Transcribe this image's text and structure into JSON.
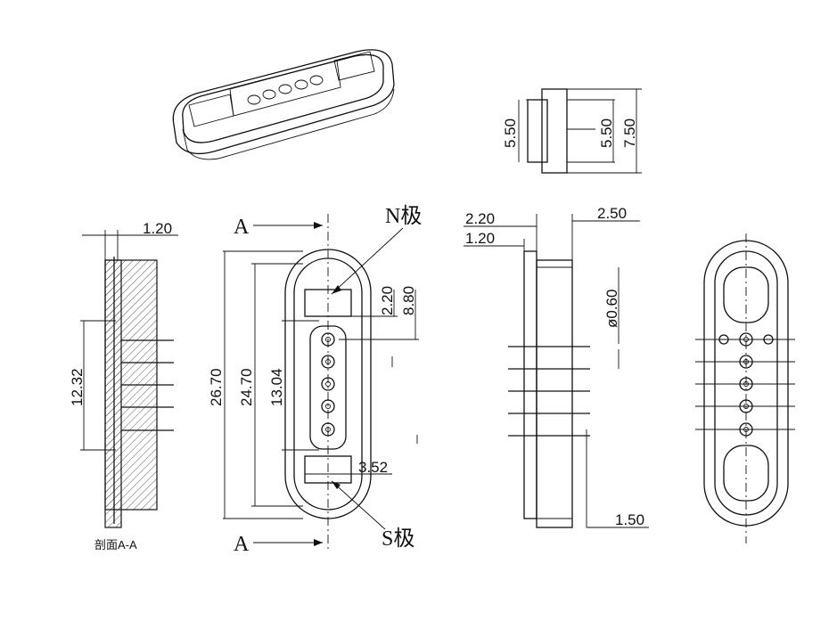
{
  "labels": {
    "section_a_top": "A",
    "section_a_bottom": "A",
    "n_pole": "N极",
    "s_pole": "S极",
    "section_caption": "剖面A-A"
  },
  "dimensions": {
    "top_right_height_inner": "5.50",
    "top_right_height_inner_2": "5.50",
    "top_right_height_outer": "7.50",
    "section_flange": "1.20",
    "section_pin_span": "12.32",
    "front_total_length": "26.70",
    "front_inner_length": "24.70",
    "front_pin_span": "13.04",
    "front_window_height": "2.20",
    "front_window_to_pin": "8.80",
    "front_window_width": "3.52",
    "side_top_1": "2.20",
    "side_top_2": "1.20",
    "side_top_3": "2.50",
    "side_pin_dia": "ø0.60",
    "side_bottom": "1.50"
  },
  "pins": {
    "count": 5
  }
}
